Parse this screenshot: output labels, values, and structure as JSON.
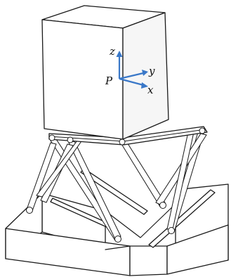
{
  "figure": {
    "point_label": "P",
    "axes": [
      {
        "id": "z",
        "label": "z"
      },
      {
        "id": "y",
        "label": "y"
      },
      {
        "id": "x",
        "label": "x"
      }
    ],
    "axis_color": "#3a78c8",
    "line_color": "#1a1a1a"
  }
}
